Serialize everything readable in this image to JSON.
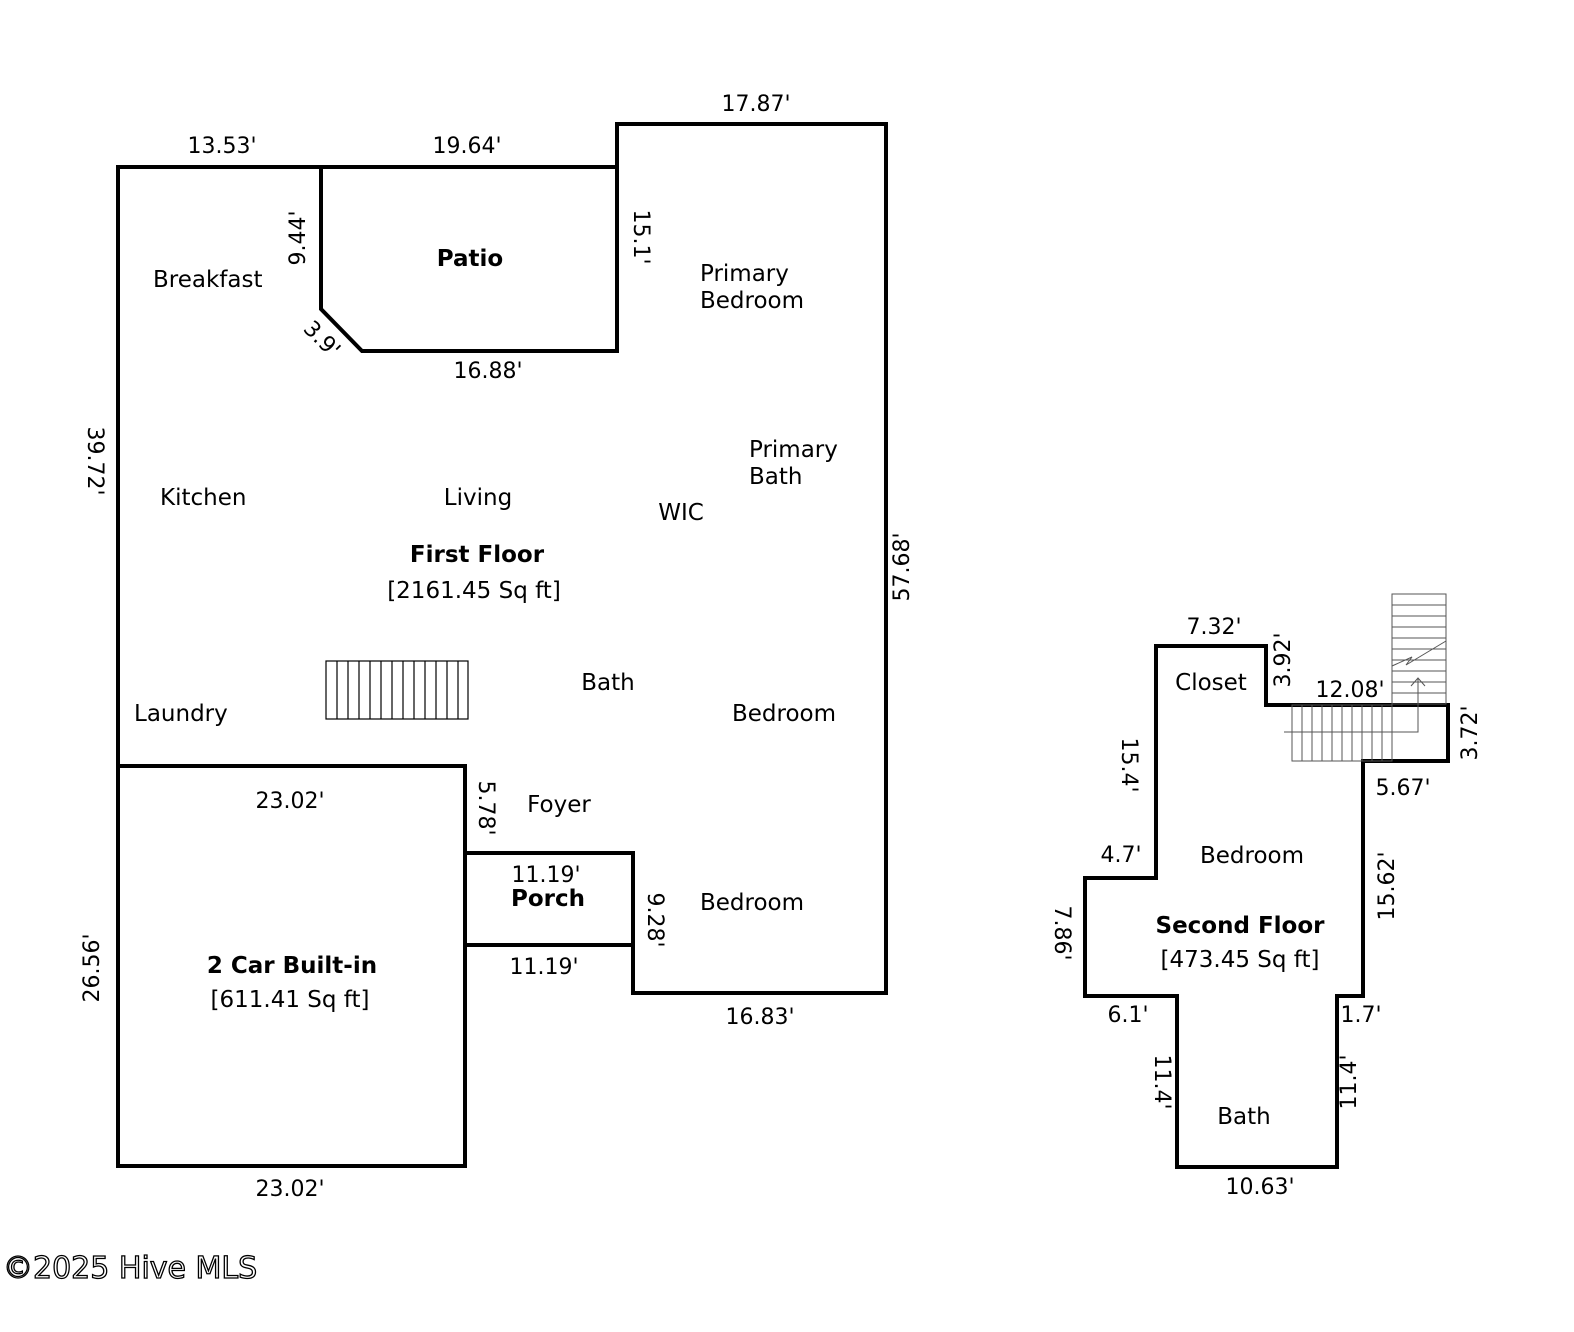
{
  "first_floor": {
    "title": "First Floor",
    "area": "[2161.45 Sq ft]",
    "rooms": {
      "patio": "Patio",
      "breakfast": "Breakfast",
      "primary_bedroom_1": "Primary",
      "primary_bedroom_2": "Bedroom",
      "primary_bath_1": "Primary",
      "primary_bath_2": "Bath",
      "kitchen": "Kitchen",
      "living": "Living",
      "wic": "WIC",
      "bath": "Bath",
      "laundry": "Laundry",
      "bedroom_right": "Bedroom",
      "foyer": "Foyer",
      "porch": "Porch",
      "bedroom_lower": "Bedroom"
    },
    "dims": {
      "top_left": "13.53'",
      "top_mid": "19.64'",
      "top_right": "17.87'",
      "patio_left": "9.44'",
      "patio_right": "15.1'",
      "patio_diag": "3.9'",
      "patio_bottom": "16.88'",
      "left_upper": "39.72'",
      "right_side": "57.68'",
      "garage_top": "23.02'",
      "foyer_side": "5.78'",
      "porch_top": "11.19'",
      "porch_bottom": "11.19'",
      "porch_right": "9.28'",
      "bottom_right": "16.83'",
      "left_lower": "26.56'",
      "garage_bottom": "23.02'"
    }
  },
  "garage": {
    "title": "2 Car Built-in",
    "area": "[611.41 Sq ft]"
  },
  "second_floor": {
    "title": "Second Floor",
    "area": "[473.45 Sq ft]",
    "rooms": {
      "closet": "Closet",
      "bedroom": "Bedroom",
      "bath": "Bath"
    },
    "dims": {
      "top": "7.32'",
      "closet_right": "3.92'",
      "stair_top": "12.08'",
      "stair_right": "3.72'",
      "left_upper": "15.4'",
      "step_right": "5.67'",
      "step_left": "4.7'",
      "right_mid": "15.62'",
      "left_mid": "7.86'",
      "bath_left_top": "6.1'",
      "bath_right_top": "1.7'",
      "bath_left": "11.4'",
      "bath_right": "11.4'",
      "bottom": "10.63'"
    }
  },
  "watermark": "©2025 Hive MLS"
}
